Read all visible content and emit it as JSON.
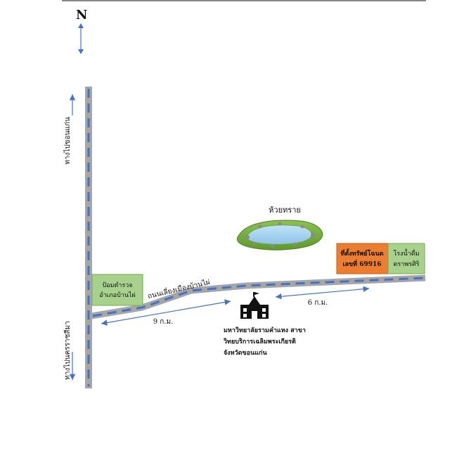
{
  "north": {
    "label": "N"
  },
  "road_labels": {
    "to_khon_kaen": "ทางไปขอนแก่น",
    "to_nakhon_ratchasima": "ทางไปนครราชสีมา",
    "connector_road": "ถนนเลี่ยงเมืองบ้านไผ่"
  },
  "places": {
    "reservoir": {
      "name": "ห้วยทราย"
    },
    "police_box": {
      "line1": "ป้อมตำรวจ",
      "line2": "อำเภอบ้านไผ่"
    },
    "property": {
      "line1": "ที่ตั้งทรัพย์โฉนด",
      "line2": "เลขที่ 69916"
    },
    "water_plant": {
      "line1": "โรงน้ำดื่ม",
      "line2": "ตราพรศิริ"
    },
    "university": {
      "line1": "มหาวิทยาลัยรามคำแหง สาขา",
      "line2": "วิทยบริการเฉลิมพระเกียรติ",
      "line3": "จังหวัดขอนแก่น"
    }
  },
  "distances": {
    "left_segment": "9 ก.ม.",
    "right_segment": "6 ก.ม."
  },
  "colors": {
    "road": "#a6a6a6",
    "road_dash": "#4472c4",
    "arrow": "#4472c4",
    "green_box": "#a9d18e",
    "green_box_border": "#70ad47",
    "orange_box": "#ed7d31",
    "orange_box_border": "#c55a11",
    "water": "#9dc3e6",
    "water_edge": "#6fa53a"
  }
}
